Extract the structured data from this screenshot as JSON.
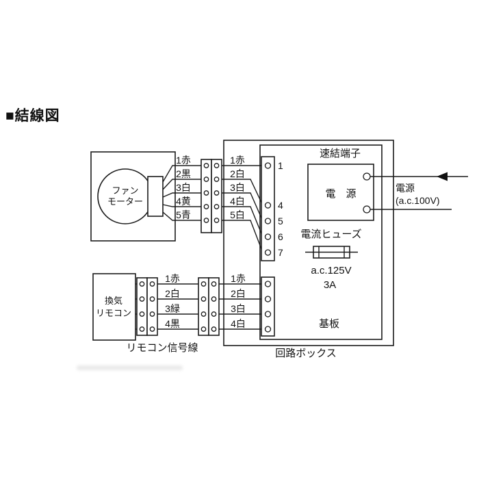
{
  "page": {
    "title": "■結線図"
  },
  "fan_motor": {
    "line1": "ファン",
    "line2": "モーター"
  },
  "wires": {
    "motor_left": [
      "1赤",
      "2黒",
      "3白",
      "4黄",
      "5青"
    ],
    "motor_right": [
      "1赤",
      "2白",
      "3白",
      "4白",
      "5白"
    ],
    "remote_left": [
      "1赤",
      "2白",
      "3緑",
      "4黒"
    ],
    "remote_right": [
      "1赤",
      "2白",
      "3白",
      "4白"
    ]
  },
  "terminals": {
    "header": "速結端子",
    "numbers": [
      "1",
      "4",
      "5",
      "6",
      "7"
    ]
  },
  "power": {
    "box_label": "電　源",
    "supply_line1": "電源",
    "supply_line2": "(a.c.100V)"
  },
  "fuse": {
    "label": "電流ヒューズ",
    "rating_voltage": "a.c.125V",
    "rating_current": "3A"
  },
  "board": {
    "label": "基板"
  },
  "remote": {
    "line1": "換気",
    "line2": "リモコン",
    "signal_label": "リモコン信号線"
  },
  "circuit_box": {
    "label": "回路ボックス"
  },
  "colors": {
    "line": "#1a1a1a",
    "background": "#ffffff"
  }
}
